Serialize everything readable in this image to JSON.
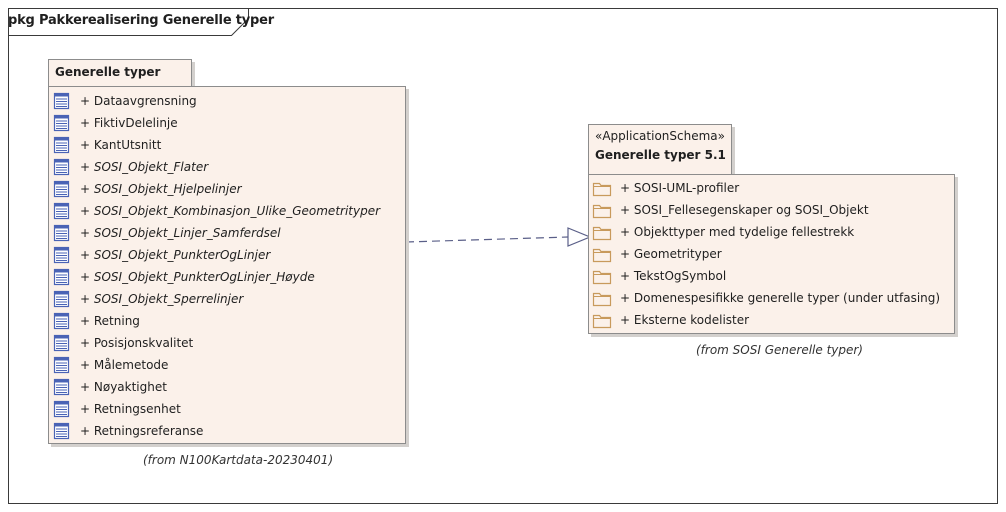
{
  "frame": {
    "title": "pkg Pakkerealisering Generelle typer"
  },
  "left_package": {
    "name": "Generelle typer",
    "from": "(from N100Kartdata-20230401)",
    "items": [
      {
        "label": "+ Dataavgrensning",
        "italic": false,
        "icon": "diagram-icon"
      },
      {
        "label": "+ FiktivDelelinje",
        "italic": false,
        "icon": "diagram-icon"
      },
      {
        "label": "+ KantUtsnitt",
        "italic": false,
        "icon": "diagram-icon"
      },
      {
        "label": "+ SOSI_Objekt_Flater",
        "italic": true,
        "icon": "diagram-icon"
      },
      {
        "label": "+ SOSI_Objekt_Hjelpelinjer",
        "italic": true,
        "icon": "diagram-icon"
      },
      {
        "label": "+ SOSI_Objekt_Kombinasjon_Ulike_Geometrityper",
        "italic": true,
        "icon": "diagram-icon"
      },
      {
        "label": "+ SOSI_Objekt_Linjer_Samferdsel",
        "italic": true,
        "icon": "diagram-icon"
      },
      {
        "label": "+ SOSI_Objekt_PunkterOgLinjer",
        "italic": true,
        "icon": "diagram-icon"
      },
      {
        "label": "+ SOSI_Objekt_PunkterOgLinjer_Høyde",
        "italic": true,
        "icon": "diagram-icon"
      },
      {
        "label": "+ SOSI_Objekt_Sperrelinjer",
        "italic": true,
        "icon": "diagram-icon"
      },
      {
        "label": "+ Retning",
        "italic": false,
        "icon": "diagram-icon"
      },
      {
        "label": "+ Posisjonskvalitet",
        "italic": false,
        "icon": "diagram-icon"
      },
      {
        "label": "+ Målemetode",
        "italic": false,
        "icon": "diagram-icon"
      },
      {
        "label": "+ Nøyaktighet",
        "italic": false,
        "icon": "diagram-icon"
      },
      {
        "label": "+ Retningsenhet",
        "italic": false,
        "icon": "diagram-icon"
      },
      {
        "label": "+ Retningsreferanse",
        "italic": false,
        "icon": "diagram-icon"
      }
    ]
  },
  "right_package": {
    "stereotype": "«ApplicationSchema»",
    "name": "Generelle typer 5.1",
    "from": "(from SOSI Generelle typer)",
    "items": [
      {
        "label": "+ SOSI-UML-profiler",
        "icon": "folder-icon"
      },
      {
        "label": "+ SOSI_Fellesegenskaper og SOSI_Objekt",
        "icon": "folder-icon"
      },
      {
        "label": "+ Objekttyper med tydelige fellestrekk",
        "icon": "folder-icon"
      },
      {
        "label": "+ Geometrityper",
        "icon": "folder-icon"
      },
      {
        "label": "+ TekstOgSymbol",
        "icon": "folder-icon"
      },
      {
        "label": "+ Domenespesifikke generelle typer (under utfasing)",
        "icon": "folder-icon"
      },
      {
        "label": "+ Eksterne kodelister",
        "icon": "folder-icon"
      }
    ]
  },
  "colors": {
    "package_fill": "#fbf1ea",
    "connector": "#5a5f88",
    "diagram_icon": "#4a63b5",
    "folder_icon": "#c89a5c"
  }
}
